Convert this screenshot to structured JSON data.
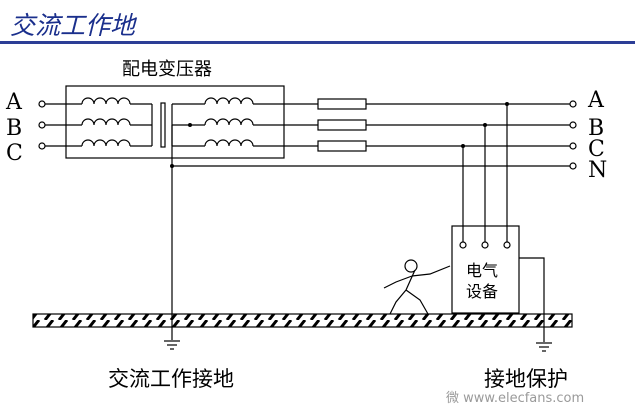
{
  "title": "交流工作地",
  "transformer_label": "配电变压器",
  "input_phases": [
    "A",
    "B",
    "C"
  ],
  "output_lines": [
    "A",
    "B",
    "C",
    "N"
  ],
  "equipment_label_line1": "电气",
  "equipment_label_line2": "设备",
  "working_ground_label": "交流工作接地",
  "protective_ground_label": "接地保护",
  "watermark": "微 www.elecfans.com"
}
